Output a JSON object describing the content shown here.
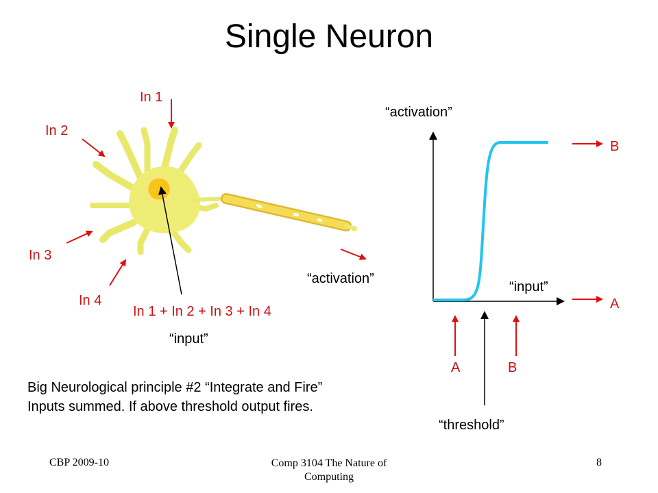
{
  "title": "Single Neuron",
  "inputs": {
    "in1": "In 1",
    "in2": "In 2",
    "in3": "In 3",
    "in4": "In 4"
  },
  "sum_label": "In 1 + In 2 + In 3 + In 4",
  "input_label": "“input”",
  "activation_label": "“activation”",
  "graph": {
    "y_label": "“activation”",
    "x_label": "“input”",
    "threshold_label": "“threshold”",
    "marker_b_right": "B",
    "marker_a_right": "A",
    "marker_a_bottom": "A",
    "marker_b_bottom": "B"
  },
  "principle": {
    "line1": "Big Neurological principle #2 “Integrate and Fire”",
    "line2": "Inputs summed. If above threshold output fires."
  },
  "footer": {
    "left": "CBP 2009-10",
    "center_line1": "Comp 3104 The Nature of",
    "center_line2": "Computing",
    "page": "8"
  },
  "colors": {
    "neuron_body": "#eeee77",
    "nucleus": "#f5c518",
    "axon": "#f2d04a",
    "arrow_red": "#dd1111",
    "curve": "#22c4f0"
  }
}
